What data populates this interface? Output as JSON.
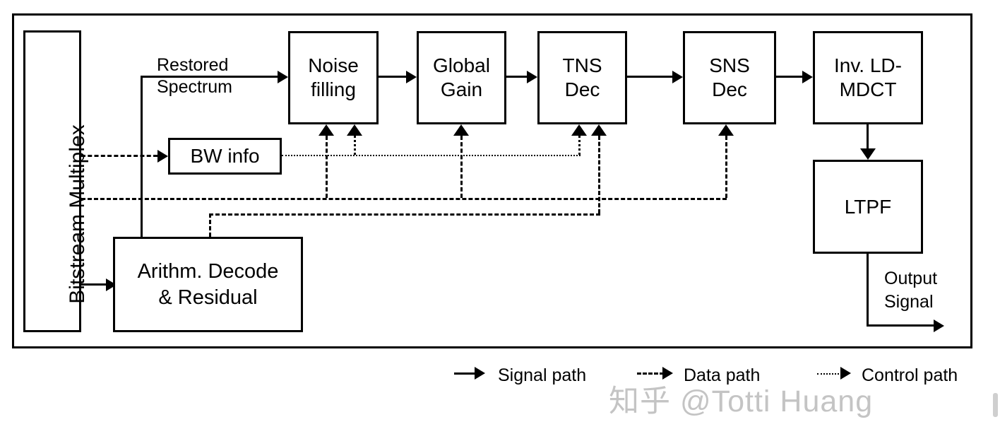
{
  "blocks": {
    "bitstream_multiplex": {
      "label": "Bitstream Multiplex"
    },
    "noise_filling": {
      "lines": [
        "Noise",
        "filling"
      ]
    },
    "global_gain": {
      "lines": [
        "Global",
        "Gain"
      ]
    },
    "tns_dec": {
      "lines": [
        "TNS",
        "Dec"
      ]
    },
    "sns_dec": {
      "lines": [
        "SNS",
        "Dec"
      ]
    },
    "inv_ld_mdct": {
      "lines": [
        "Inv. LD-",
        "MDCT"
      ]
    },
    "ltpf": {
      "label": "LTPF"
    },
    "bw_info": {
      "label": "BW info"
    },
    "arith_decode": {
      "lines": [
        "Arithm. Decode",
        "& Residual"
      ]
    }
  },
  "edge_labels": {
    "restored_spectrum": {
      "lines": [
        "Restored",
        "Spectrum"
      ]
    },
    "output_signal": {
      "lines": [
        "Output",
        "Signal"
      ]
    }
  },
  "legend": {
    "items": [
      {
        "style": "solid",
        "label": "Signal path"
      },
      {
        "style": "dashed",
        "label": "Data path"
      },
      {
        "style": "dotted",
        "label": "Control path"
      }
    ]
  },
  "watermark": {
    "text": "知乎 @Totti Huang",
    "color": "#c4c4c4",
    "cut_glyph_color": "#cfcfcf"
  },
  "colors": {
    "line": "#000000",
    "background": "#ffffff"
  }
}
